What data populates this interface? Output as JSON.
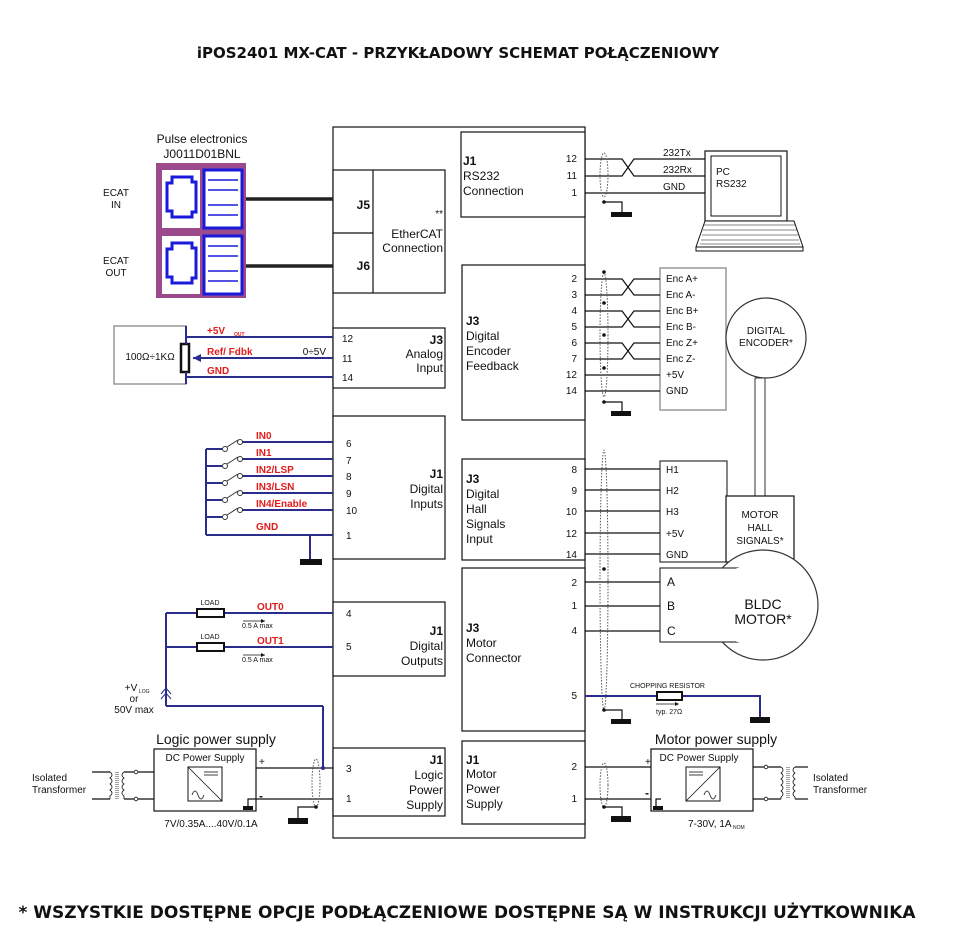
{
  "title": "iPOS2401 MX-CAT - PRZYKŁADOWY SCHEMAT POŁĄCZENIOWY",
  "footer": "* WSZYSTKIE DOSTĘPNE OPCJE PODŁĄCZENIOWE DOSTĘPNE SĄ W INSTRUKCJI UŻYTKOWNIKA",
  "colors": {
    "wire_blue": "#2b2d8c",
    "signal_red": "#e31b1b",
    "connector_purple": "#9b4a8c",
    "connector_blue": "#1a1adb"
  },
  "ethercat": {
    "vendor": "Pulse electronics",
    "part": "J0011D01BNL",
    "in_label": [
      "ECAT",
      "IN"
    ],
    "out_label": [
      "ECAT",
      "OUT"
    ],
    "j5": "J5",
    "j6": "J6",
    "note": "**",
    "name": [
      "EtherCAT",
      "Connection"
    ]
  },
  "analog": {
    "pot_label": "100Ω÷1KΩ",
    "signals": [
      "+5V",
      "Ref/ Fdbk",
      "GND"
    ],
    "subscript_out": "OUT",
    "range": "0÷5V",
    "pins": [
      "12",
      "11",
      "14"
    ],
    "conn": "J3",
    "name": [
      "Analog",
      "Input"
    ]
  },
  "digital_inputs": {
    "signals": [
      "IN0",
      "IN1",
      "IN2/LSP",
      "IN3/LSN",
      "IN4/Enable",
      "GND"
    ],
    "pins": [
      "6",
      "7",
      "8",
      "9",
      "10",
      "1"
    ],
    "conn": "J1",
    "name": [
      "Digital",
      "Inputs"
    ]
  },
  "digital_outputs": {
    "load_label": "LOAD",
    "signals": [
      "OUT0",
      "OUT1"
    ],
    "current": "0.5 A max",
    "pins": [
      "4",
      "5"
    ],
    "conn": "J1",
    "name": [
      "Digital",
      "Outputs"
    ],
    "vlog": [
      "+V",
      "LOG",
      "or",
      "50V max"
    ]
  },
  "logic_supply": {
    "heading": "Logic power supply",
    "box": "DC Power Supply",
    "rating": "7V/0.35A....40V/0.1A",
    "plus": "+",
    "minus": "-",
    "transformer": [
      "Isolated",
      "Transformer"
    ],
    "pins": [
      "3",
      "1"
    ],
    "conn": "J1",
    "name": [
      "Logic",
      "Power",
      "Supply"
    ]
  },
  "rs232": {
    "conn": "J1",
    "name": [
      "RS232",
      "Connection"
    ],
    "pins": [
      "12",
      "11",
      "1"
    ],
    "signals": [
      "232Tx",
      "232Rx",
      "GND"
    ],
    "pc": [
      "PC",
      "RS232"
    ]
  },
  "encoder": {
    "conn": "J3",
    "name": [
      "Digital",
      "Encoder",
      "Feedback"
    ],
    "pins": [
      "2",
      "3",
      "4",
      "5",
      "6",
      "7",
      "12",
      "14"
    ],
    "signals": [
      "Enc A+",
      "Enc A-",
      "Enc B+",
      "Enc B-",
      "Enc Z+",
      "Enc Z-",
      "+5V",
      "GND"
    ],
    "device": [
      "DIGITAL",
      "ENCODER*"
    ]
  },
  "hall": {
    "conn": "J3",
    "name": [
      "Digital",
      "Hall",
      "Signals",
      "Input"
    ],
    "pins": [
      "8",
      "9",
      "10",
      "12",
      "14"
    ],
    "signals": [
      "H1",
      "H2",
      "H3",
      "+5V",
      "GND"
    ],
    "device": [
      "MOTOR",
      "HALL",
      "SIGNALS*"
    ]
  },
  "motor": {
    "conn": "J3",
    "name": [
      "Motor",
      "Connector"
    ],
    "pins": [
      "2",
      "1",
      "4",
      "5"
    ],
    "phases": [
      "A",
      "B",
      "C"
    ],
    "device": [
      "BLDC",
      "MOTOR*"
    ],
    "chopper_label": "CHOPPING RESISTOR",
    "chopper_value": "typ. 27Ω"
  },
  "motor_supply": {
    "heading": "Motor power supply",
    "box": "DC Power Supply",
    "rating": "7-30V, 1A",
    "rating_sub": "NOM",
    "plus": "+",
    "minus": "-",
    "transformer": [
      "Isolated",
      "Transformer"
    ],
    "pins": [
      "2",
      "1"
    ],
    "conn": "J1",
    "name": [
      "Motor",
      "Power",
      "Supply"
    ]
  }
}
